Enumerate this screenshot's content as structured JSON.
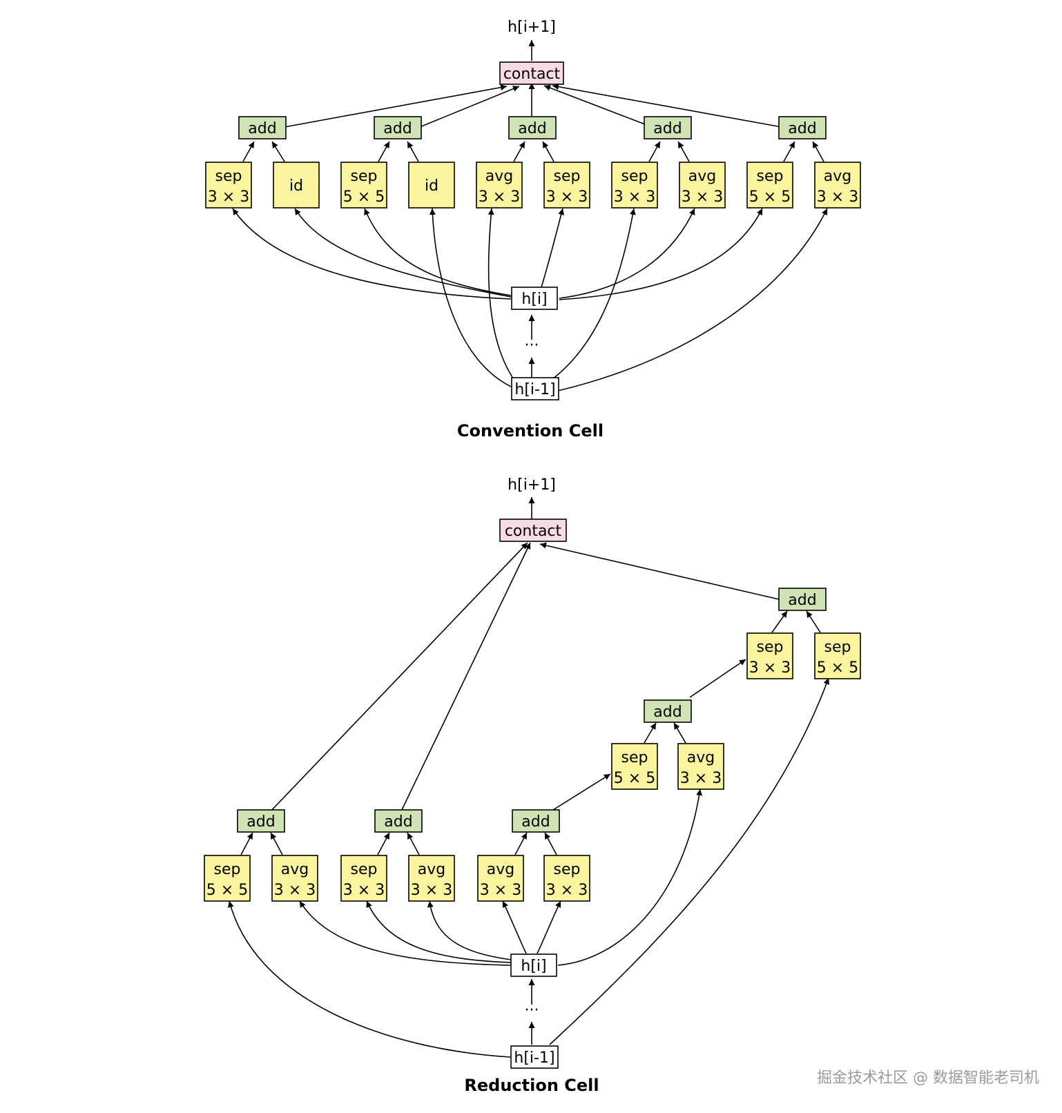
{
  "convention_cell": {
    "caption": "Convention Cell",
    "output_label": "h[i+1]",
    "concat_label": "contact",
    "hi_label": "h[i]",
    "hprev_label": "h[i-1]",
    "ellipsis": "···",
    "add_label": "add",
    "ops": [
      {
        "line1": "sep",
        "line2": "3 × 3"
      },
      {
        "line1": "id",
        "line2": ""
      },
      {
        "line1": "sep",
        "line2": "5 × 5"
      },
      {
        "line1": "id",
        "line2": ""
      },
      {
        "line1": "avg",
        "line2": "3 × 3"
      },
      {
        "line1": "sep",
        "line2": "3 × 3"
      },
      {
        "line1": "sep",
        "line2": "3 × 3"
      },
      {
        "line1": "avg",
        "line2": "3 × 3"
      },
      {
        "line1": "sep",
        "line2": "5 × 5"
      },
      {
        "line1": "avg",
        "line2": "3 × 3"
      }
    ]
  },
  "reduction_cell": {
    "caption": "Reduction Cell",
    "output_label": "h[i+1]",
    "concat_label": "contact",
    "hi_label": "h[i]",
    "hprev_label": "h[i-1]",
    "ellipsis": "···",
    "add_label": "add",
    "ops": [
      {
        "line1": "sep",
        "line2": "5 × 5"
      },
      {
        "line1": "avg",
        "line2": "3 × 3"
      },
      {
        "line1": "sep",
        "line2": "3 × 3"
      },
      {
        "line1": "avg",
        "line2": "3 × 3"
      },
      {
        "line1": "avg",
        "line2": "3 × 3"
      },
      {
        "line1": "sep",
        "line2": "3 × 3"
      },
      {
        "line1": "sep",
        "line2": "5 × 5"
      },
      {
        "line1": "avg",
        "line2": "3 × 3"
      },
      {
        "line1": "sep",
        "line2": "3 × 3"
      },
      {
        "line1": "sep",
        "line2": "5 × 5"
      }
    ]
  },
  "watermark": "掘金技术社区 @ 数据智能老司机"
}
